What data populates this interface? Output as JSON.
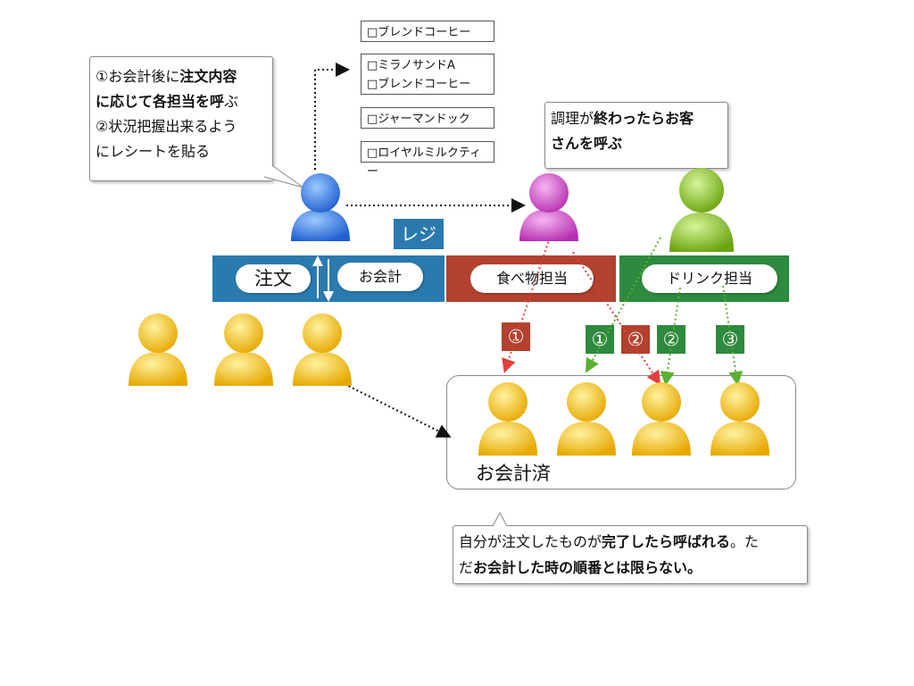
{
  "receipts": [
    {
      "lines": [
        "□ブレンドコーヒー"
      ]
    },
    {
      "lines": [
        "□ミラノサンドA",
        "□ブレンドコーヒー"
      ]
    },
    {
      "lines": [
        "□ジャーマンドック"
      ]
    },
    {
      "lines": [
        "□ロイヤルミルクティー"
      ]
    }
  ],
  "callout_left": {
    "l1a": "①お会計後に",
    "l1b": "注文内容",
    "l2a": "に応じて各担当を呼",
    "l2b": "ぶ",
    "l3": "②状況把握出来るよう",
    "l4": "にレシートを貼る"
  },
  "callout_right": {
    "l1a": "調理が",
    "l1b": "終わったらお客",
    "l2": "さんを呼ぶ"
  },
  "callout_bottom": {
    "l1a": "自分が注文したものが",
    "l1b": "完了したら呼ばれる",
    "l1c": "。た",
    "l2a": "だ",
    "l2b": "お会計した時の順番とは限らない。"
  },
  "regi_label": "レジ",
  "bands": {
    "order": "注文",
    "checkout": "お会計",
    "food": "食べ物担当",
    "drink": "ドリンク担当"
  },
  "numbers": {
    "food_1": "①",
    "drink_1": "①",
    "food_2": "②",
    "drink_2": "②",
    "drink_3": "③"
  },
  "done_label": "お会計済",
  "colors": {
    "register_blue": "#2a7ab0",
    "food_red": "#b2412e",
    "drink_green": "#2d8a3e",
    "cashier_person": "#3a7fe6",
    "food_person": "#d64fcf",
    "drink_person": "#8ac41a",
    "customer_person": "#f2c500"
  }
}
